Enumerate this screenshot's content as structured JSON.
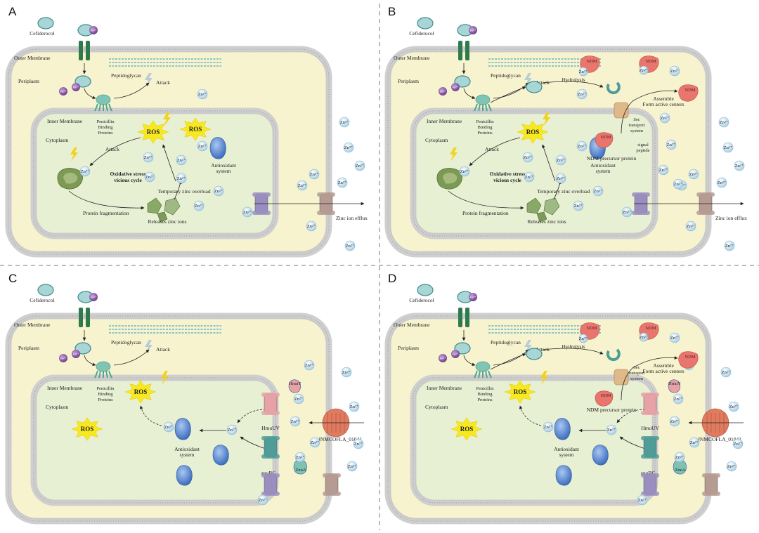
{
  "panels": [
    {
      "id": "A",
      "letter": "A",
      "variant": "base"
    },
    {
      "id": "B",
      "letter": "B",
      "variant": "ndm"
    },
    {
      "id": "C",
      "letter": "C",
      "variant": "zinc-uptake"
    },
    {
      "id": "D",
      "letter": "D",
      "variant": "ndm-zinc-uptake"
    }
  ],
  "labels": {
    "cefiderocol": "Cefiderocol",
    "outer_membrane": "Outer Membrane",
    "periplasm": "Periplasm",
    "inner_membrane": "Inner Membrane",
    "cytoplasm": "Cytoplasm",
    "peptidoglycan": "Peptidoglycan",
    "attack": "Attack",
    "pbp1": "Penicillin",
    "pbp2": "Binding",
    "pbp3": "Proteins",
    "ros": "ROS",
    "antioxidant1": "Antioxidant",
    "antioxidant2": "system",
    "oxidative1": "Oxidative stress",
    "oxidative2": "vicious cycle",
    "temp_zinc": "Temporary zinc overload",
    "protein_frag": "Protein fragmentation",
    "release_zinc": "Releases zinc ions",
    "zinc_efflux": "Zinc ion efflux",
    "zn": "Zn²⁺",
    "fe": "Fe³⁺",
    "ndm": "NDM",
    "hydrolysis": "Hydrolysis",
    "assemble": "Assemble",
    "form_active": "Form active centers",
    "sec1": "Sec",
    "sec2": "transport",
    "sec3": "system",
    "signal1": "signal",
    "signal2": "peptide",
    "ndm_precursor": "NDM precursor protein",
    "hmuy": "HmuY",
    "hmuuv": "HmuUV",
    "znubc": "znuBC",
    "znua": "ZnuA",
    "jnm": "JNMCOFLA_01041"
  },
  "colors": {
    "outer_cell": "#f8f3cf",
    "inner_cell": "#e8f0d4",
    "membrane": "#d9d9d9",
    "ros": "#f7e81f",
    "ndm": "#e8766e",
    "zn": "#cfe6f3",
    "fe": "#8c5aa8",
    "antioxidant": "#5b8fd6",
    "pbp": "#53a58f",
    "channel": "#2f7a4c",
    "efflux_purple": "#9a8ec0",
    "efflux_brown": "#b59b92",
    "hmu": "#e6a2a6",
    "znu": "#4f9c98",
    "jnm": "#e07b5f"
  }
}
